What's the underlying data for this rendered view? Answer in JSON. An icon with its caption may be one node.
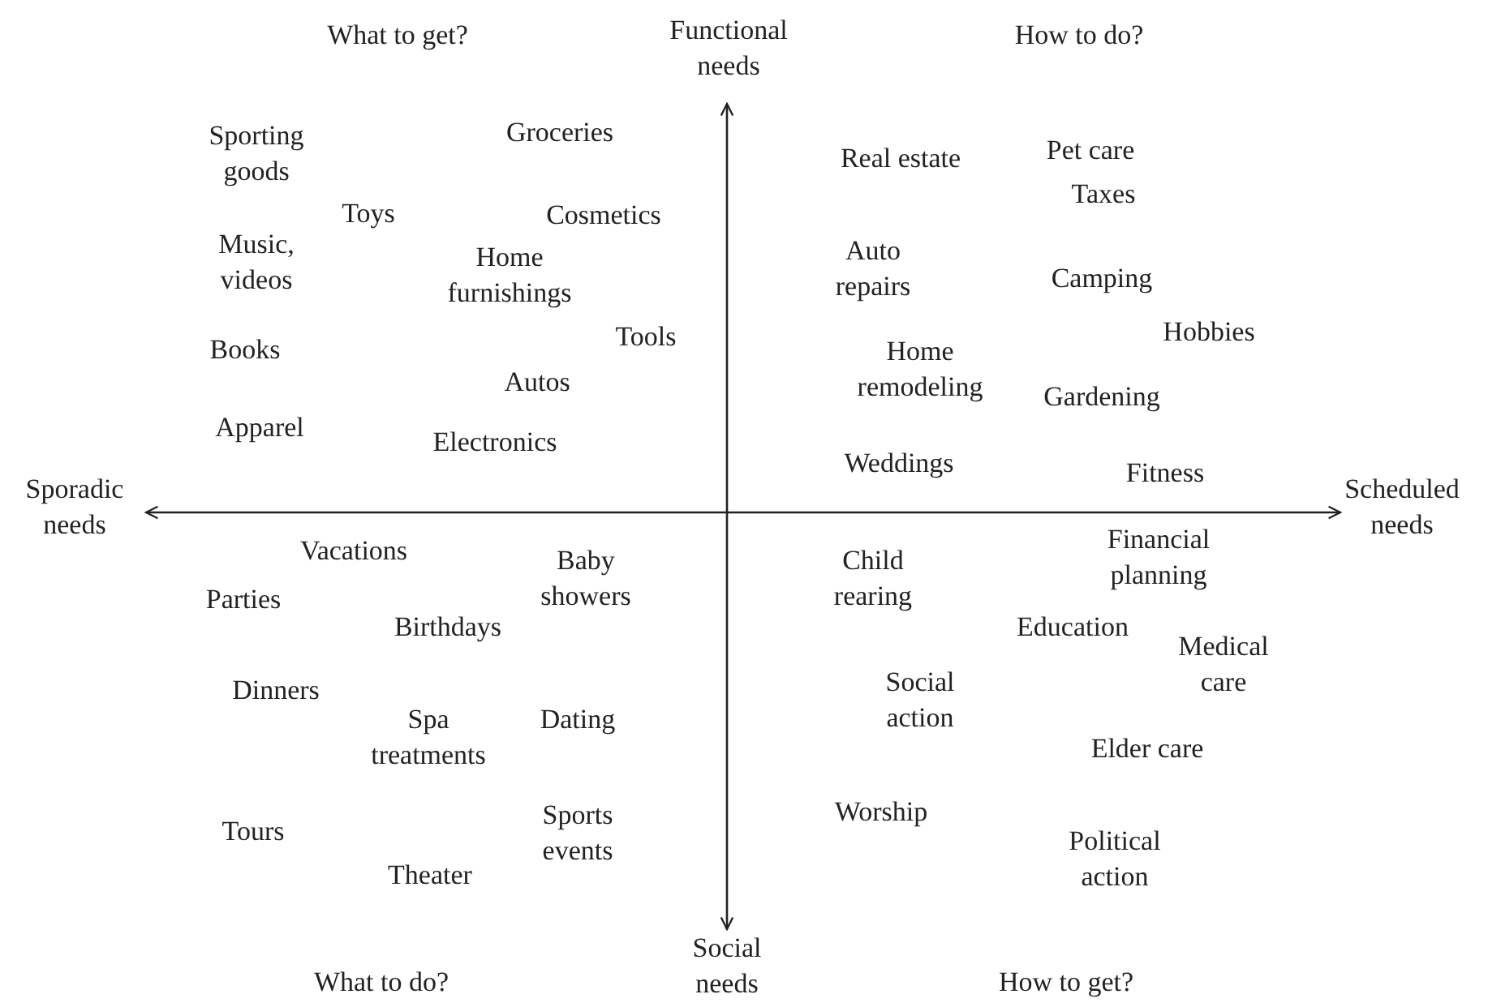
{
  "diagram": {
    "labels": [
      "What to get?",
      "Functional needs",
      "How to do?",
      "Sporting goods",
      "Groceries",
      "Real estate",
      "Pet care",
      "Toys",
      "Cosmetics",
      "Taxes",
      "Music, videos",
      "Home furnishings",
      "Auto repairs",
      "Camping",
      "Books",
      "Tools",
      "Hobbies",
      "Home remodeling",
      "Autos",
      "Gardening",
      "Apparel",
      "Electronics",
      "Weddings",
      "Fitness",
      "Sporadic needs",
      "Scheduled needs",
      "Vacations",
      "Baby showers",
      "Child rearing",
      "Financial planning",
      "Parties",
      "Birthdays",
      "Education",
      "Medical care",
      "Dinners",
      "Social action",
      "Spa treatments",
      "Dating",
      "Elder care",
      "Tours",
      "Sports events",
      "Worship",
      "Political action",
      "Theater",
      "Social needs",
      "What to do?",
      "How to get?"
    ]
  }
}
